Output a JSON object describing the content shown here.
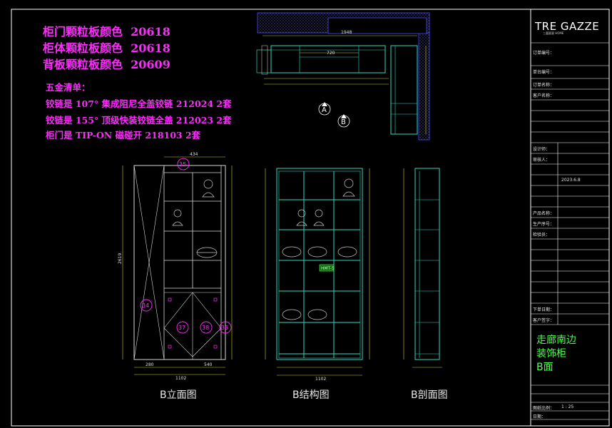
{
  "panel_colors": [
    {
      "label": "柜门颗粒板颜色",
      "code": "20618"
    },
    {
      "label": "柜体颗粒板颜色",
      "code": "20618"
    },
    {
      "label": "背板颗粒板颜色",
      "code": "20609"
    }
  ],
  "hardware": {
    "title": "五金清单：",
    "items": [
      "铰链是 107° 集成阻尼全盖铰链  212024  2套",
      "铰链是 155° 顶级快装铰链全盖  212023  2套",
      "柜门是 TIP-ON  磁碰开 218103  2套"
    ]
  },
  "view_labels": {
    "elevation": "B立面图",
    "structure": "B结构图",
    "section": "B剖面图"
  },
  "markers": {
    "a": "A",
    "b": "B"
  },
  "balloons": [
    "35",
    "34",
    "37",
    "38",
    "36"
  ],
  "part_tag": "HMT-5",
  "dims": {
    "plan_top": "1948",
    "plan_mid": "720",
    "elev_width": "1102",
    "elev_top": "434",
    "elev_height": "2619",
    "elev_bottom_left": "280",
    "elev_bottom_right": "540"
  },
  "title_block": {
    "logo": "TRE GAZZE",
    "logo_sub": "三嘉醛意 HOME",
    "project": "走廊南边\n装饰柜\nB面",
    "rows": [
      "订单编号：",
      "单台编号：",
      "订单名称：",
      "客户名称：",
      "设计师：",
      "审核人：",
      "产品名称：",
      "生产序号：",
      "检验员：",
      "下单日期：",
      "图纸比例：",
      "客户签字：",
      "日期："
    ],
    "scale": "1 : 25",
    "date": "2023.6.8"
  },
  "colors": {
    "cabinet": "#34d6c0",
    "dimension": "#cfcf30",
    "magenta": "#ff2bff",
    "wall_hatch": "#6a6aff",
    "frame": "#ffffff",
    "project_text": "#4dff4d"
  }
}
